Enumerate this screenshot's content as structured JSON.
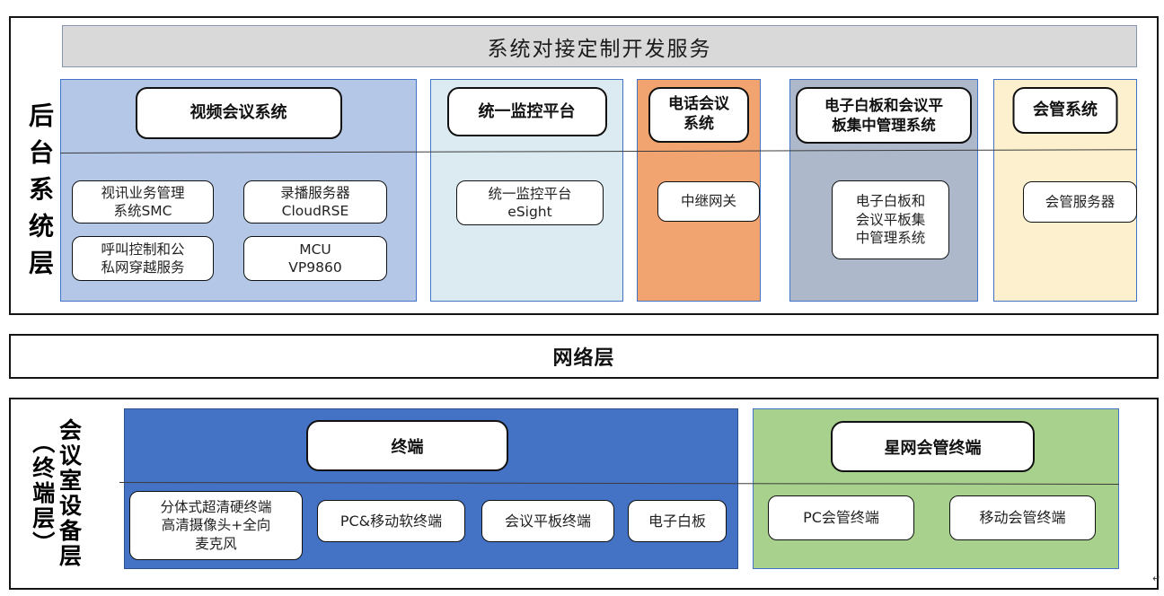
{
  "integration_banner": {
    "label": "系统对接定制开发服务"
  },
  "backend_layer": {
    "side_label": "后台系统层",
    "columns": [
      {
        "header": "视频会议系统",
        "bg_color": "#B4C7E7",
        "items": [
          "视讯业务管理\n系统SMC",
          "录播服务器\nCloudRSE",
          "呼叫控制和公\n私网穿越服务",
          "MCU\nVP9860"
        ]
      },
      {
        "header": "统一监控平台",
        "bg_color": "#DCEBF2",
        "items": [
          "统一监控平台\neSight"
        ]
      },
      {
        "header": "电话会议\n系统",
        "bg_color": "#F2A470",
        "items": [
          "中继网关"
        ]
      },
      {
        "header": "电子白板和会议平\n板集中管理系统",
        "bg_color": "#ADB9CA",
        "items": [
          "电子白板和\n会议平板集\n中管理系统"
        ]
      },
      {
        "header": "会管系统",
        "bg_color": "#FCF0CE",
        "items": [
          "会管服务器"
        ]
      }
    ]
  },
  "network_layer": {
    "label": "网络层"
  },
  "device_layer": {
    "side_label": "会议室设备层（终端层）",
    "side_label_line1": "会议室设备层",
    "side_label_line2": "（终端层）",
    "groups": [
      {
        "header": "终端",
        "bg_color": "#4472C4",
        "border_color": "#2F528F",
        "items": [
          "分体式超清硬终端\n高清摄像头+全向\n麦克风",
          "PC&移动软终端",
          "会议平板终端",
          "电子白板"
        ]
      },
      {
        "header": "星网会管终端",
        "bg_color": "#A9D18E",
        "border_color": "#4472C4",
        "items": [
          "PC会管终端",
          "移动会管终端"
        ]
      }
    ]
  },
  "corner_artifact": "↵"
}
